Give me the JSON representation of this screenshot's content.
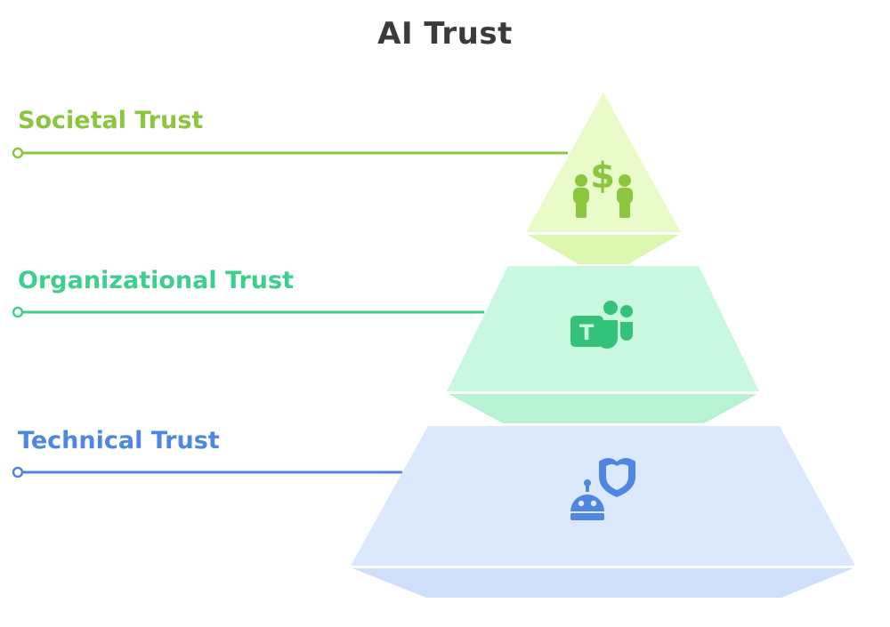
{
  "title": "AI Trust",
  "tiers": [
    {
      "label": "Societal Trust",
      "color": "#8cc63f",
      "fill_front": "#e9fbc9",
      "fill_bottom": "#ddf7b0",
      "icon": "people-money-icon",
      "icon_color": "#8cc63f"
    },
    {
      "label": "Organizational Trust",
      "color": "#3ecf8e",
      "fill_front": "#c9f8e0",
      "fill_bottom": "#b7f2d3",
      "icon": "teams-icon",
      "icon_color": "#34c27a"
    },
    {
      "label": "Technical Trust",
      "color": "#4f86e0",
      "fill_front": "#dce8fc",
      "fill_bottom": "#cfdffa",
      "icon": "robot-shield-icon",
      "icon_color": "#4f86e0"
    }
  ]
}
